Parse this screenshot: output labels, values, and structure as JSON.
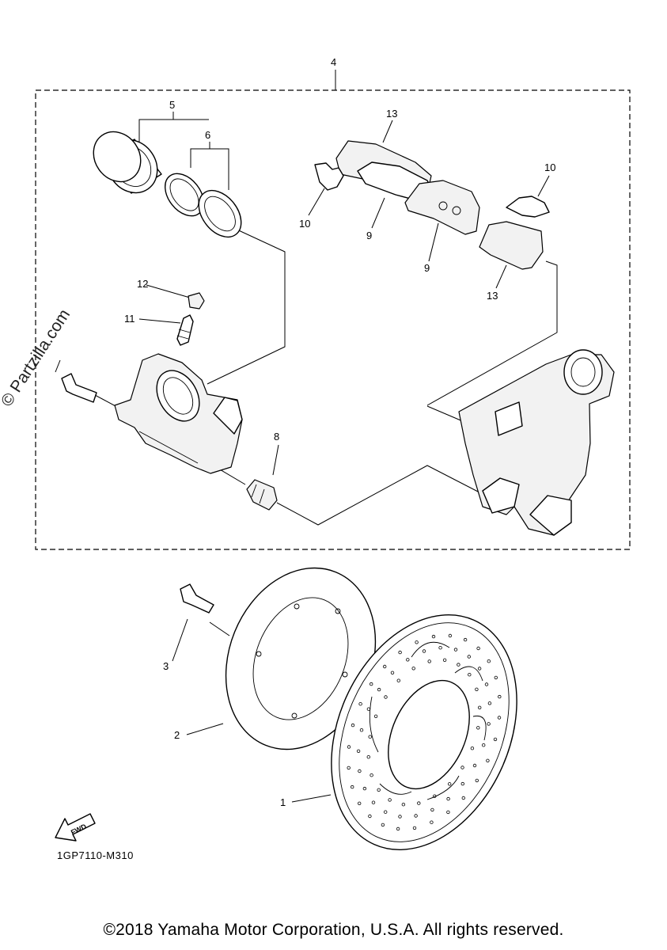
{
  "watermark": {
    "text": "© Partzilla.com"
  },
  "drawing_code": "1GP7110-M310",
  "copyright": "©2018 Yamaha Motor Corporation, U.S.A. All rights reserved.",
  "fwd_label": "FWD",
  "callouts": {
    "c1": "1",
    "c2": "2",
    "c3": "3",
    "c4": "4",
    "c5": "5",
    "c6": "6",
    "c8": "8",
    "c9a": "9",
    "c9b": "9",
    "c10a": "10",
    "c10b": "10",
    "c11": "11",
    "c12": "12",
    "c13a": "13",
    "c13b": "13"
  }
}
